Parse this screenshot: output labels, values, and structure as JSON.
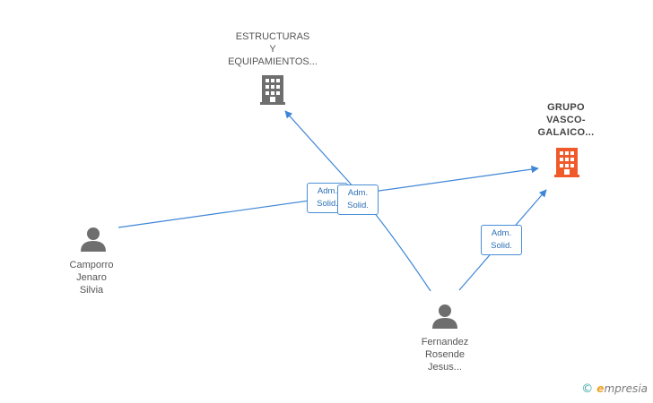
{
  "colors": {
    "edge": "#3e86d6",
    "company_gray": "#6e6e6e",
    "company_highlight": "#f05a2a",
    "person": "#6e6e6e"
  },
  "nodes": {
    "estructuras": {
      "label": "ESTRUCTURAS\nY\nEQUIPAMIENTOS...",
      "icon": "building-icon"
    },
    "grupo": {
      "label": "GRUPO\nVASCO-\nGALAICO...",
      "icon": "building-icon"
    },
    "camporro": {
      "label": "Camporro\nJenaro\nSilvia",
      "icon": "person-icon"
    },
    "fernandez": {
      "label": "Fernandez\nRosende\nJesus...",
      "icon": "person-icon"
    }
  },
  "edges": {
    "badge1": "Adm.\nSolid.",
    "badge2": "Adm.\nSolid.",
    "badge3": "Adm.\nSolid."
  },
  "brand": {
    "copyright": "©",
    "e": "e",
    "rest": "mpresia"
  }
}
